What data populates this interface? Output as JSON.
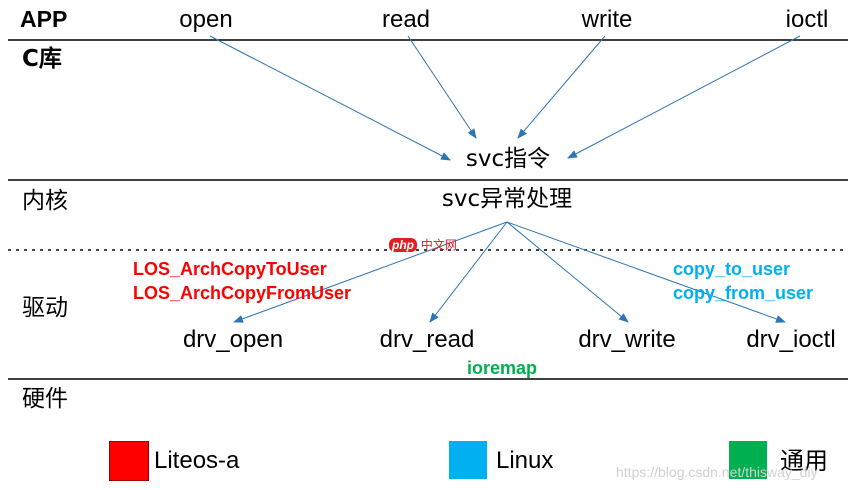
{
  "layers": {
    "app": "APP",
    "clib": "C库",
    "kernel": "内核",
    "driver": "驱动",
    "hardware": "硬件"
  },
  "app_calls": [
    "open",
    "read",
    "write",
    "ioctl"
  ],
  "svc_instruction": "svc指令",
  "svc_handler": "svc异常处理",
  "drivers": [
    "drv_open",
    "drv_read",
    "drv_write",
    "drv_ioctl"
  ],
  "liteos_apis": [
    "LOS_ArchCopyToUser",
    "LOS_ArchCopyFromUser"
  ],
  "linux_apis": [
    "copy_to_user",
    "copy_from_user"
  ],
  "common_api": "ioremap",
  "legend": [
    {
      "label": "Liteos-a",
      "color": "#ff0000"
    },
    {
      "label": "Linux",
      "color": "#00b0f0"
    },
    {
      "label": "通用",
      "color": "#00b050"
    }
  ],
  "colors": {
    "arrow": "#2e75b6",
    "liteos_text": "#ff0000",
    "linux_text": "#00b0f0",
    "common_text": "#00b050"
  },
  "watermark": {
    "logo_php": "php",
    "logo_cn": "中文网",
    "url": "https://blog.csdn.net/thisway_diy"
  }
}
